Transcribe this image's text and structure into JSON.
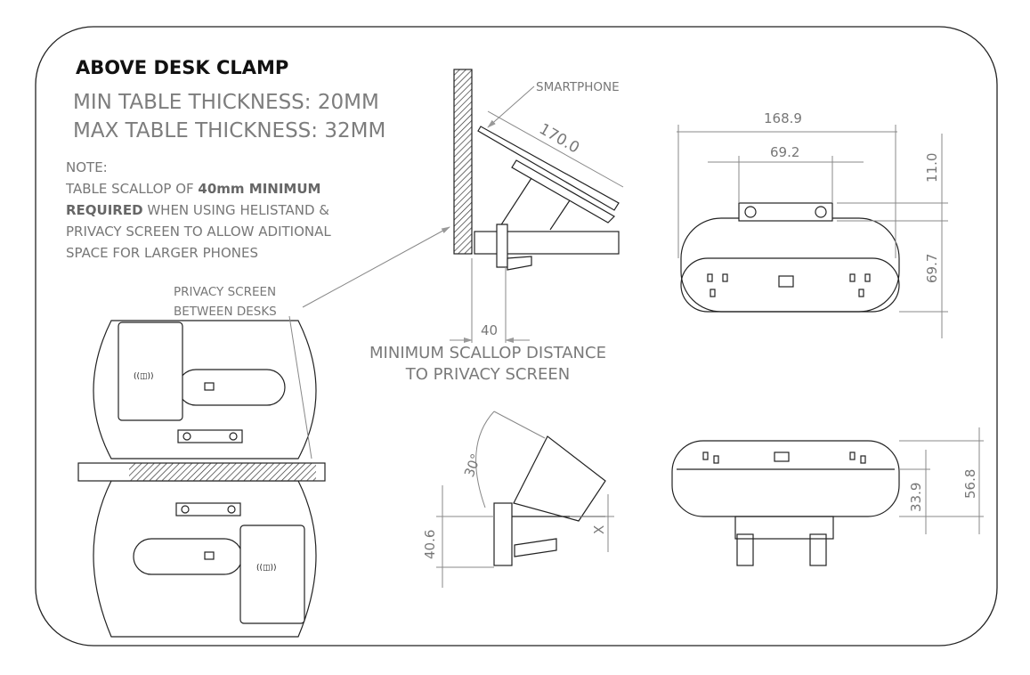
{
  "title": "ABOVE DESK CLAMP",
  "specs": {
    "min_thickness": "MIN TABLE THICKNESS: 20MM",
    "max_thickness": "MAX TABLE THICKNESS: 32MM"
  },
  "note": {
    "heading": "NOTE:",
    "line1_pre": "TABLE SCALLOP OF ",
    "line1_bold": "40mm MINIMUM",
    "line2_bold": "REQUIRED",
    "line2_post": " WHEN USING HELISTAND &",
    "line3": "PRIVACY SCREEN TO ALLOW ADITIONAL",
    "line4": "SPACE FOR LARGER PHONES"
  },
  "labels": {
    "privacy_screen_1": "PRIVACY SCREEN",
    "privacy_screen_2": "BETWEEN DESKS",
    "smartphone": "SMARTPHONE",
    "scallop_1": "MINIMUM SCALLOP DISTANCE",
    "scallop_2": "TO PRIVACY SCREEN"
  },
  "dimensions": {
    "phone_length": "170.0",
    "scallop": "40",
    "overall_width": "168.9",
    "bracket_width": "69.2",
    "bracket_height": "11.0",
    "body_height": "69.7",
    "tilt_angle": "30°",
    "clamp_height": "40.6",
    "clamp_x": "X",
    "side_lower": "33.9",
    "side_total": "56.8"
  }
}
